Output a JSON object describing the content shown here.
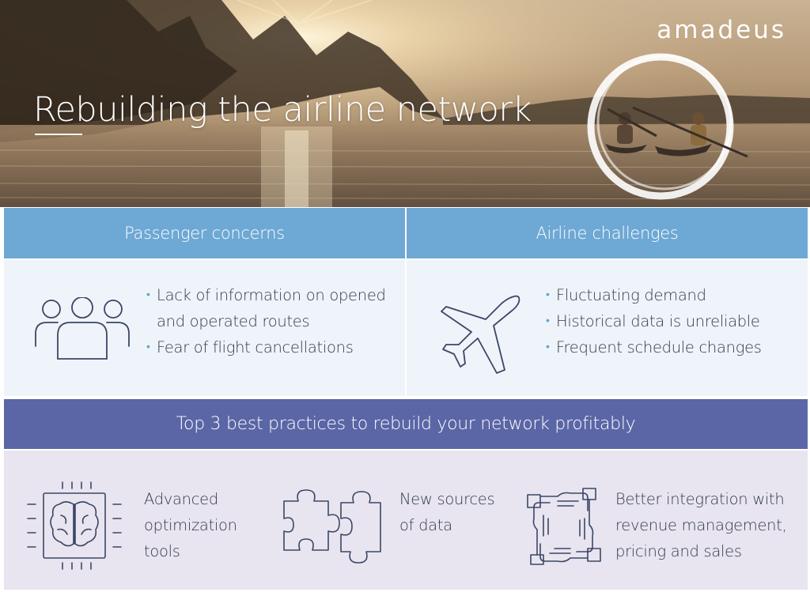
{
  "hero": {
    "brand": "amadeus",
    "title": "Rebuilding the airline network"
  },
  "passenger": {
    "header": "Passenger concerns",
    "icon": "people-group-icon",
    "items": [
      {
        "line1": "Lack of information on opened",
        "line2": "and operated routes"
      },
      {
        "line1": "Fear of flight cancellations",
        "line2": ""
      }
    ]
  },
  "airline": {
    "header": "Airline challenges",
    "icon": "airplane-icon",
    "items": [
      "Fluctuating demand",
      "Historical data is unreliable",
      "Frequent schedule changes"
    ]
  },
  "best_practices": {
    "header": "Top 3 best practices to rebuild your network profitably",
    "items": [
      {
        "icon": "brain-chip-icon",
        "lines": [
          "Advanced",
          "optimization",
          "tools"
        ]
      },
      {
        "icon": "puzzle-pieces-icon",
        "lines": [
          "New sources",
          "of data"
        ]
      },
      {
        "icon": "hands-linked-icon",
        "lines": [
          "Better integration with",
          "revenue management,",
          "pricing and sales"
        ]
      }
    ]
  },
  "colors": {
    "header_blue": "#6ea8d4",
    "header_purple": "#5b66a6",
    "panel_light_blue": "#eef4fa",
    "panel_lavender": "#e8e5f0",
    "icon_stroke": "#3b4666",
    "bullet": "#5fa3cf"
  }
}
